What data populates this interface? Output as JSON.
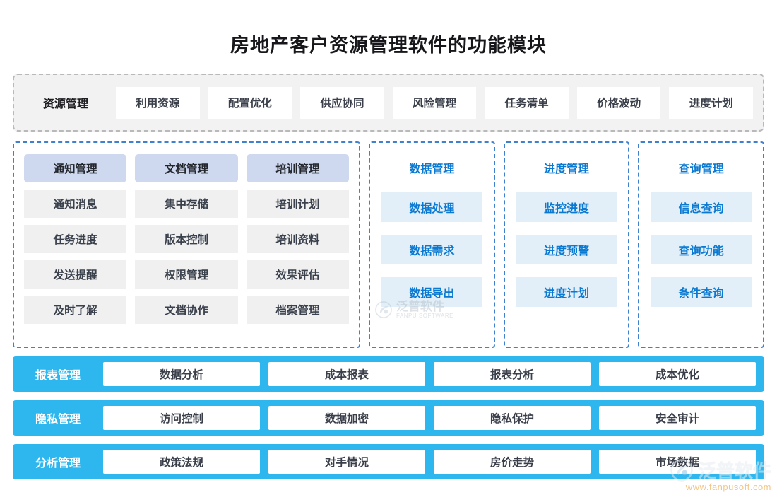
{
  "page": {
    "title": "房地产客户资源管理软件的功能模块",
    "accent_blue": "#2eb7ee",
    "panel_border_blue": "#3f80cf",
    "header_chip_bg": "#ced8ef",
    "cell_gray_bg": "#f0f0f0",
    "cell_blue_bg": "#e3eff8",
    "blue_text": "#0a79d2"
  },
  "top_strip": {
    "lead_label": "资源管理",
    "chips": [
      {
        "label": "利用资源"
      },
      {
        "label": "配置优化"
      },
      {
        "label": "供应协同"
      },
      {
        "label": "风险管理"
      },
      {
        "label": "任务清单"
      },
      {
        "label": "价格波动"
      },
      {
        "label": "进度计划"
      }
    ]
  },
  "middle": {
    "wide_panel": {
      "columns": [
        {
          "header": "通知管理",
          "items": [
            "通知消息",
            "任务进度",
            "发送提醒",
            "及时了解"
          ]
        },
        {
          "header": "文档管理",
          "items": [
            "集中存储",
            "版本控制",
            "权限管理",
            "文档协作"
          ]
        },
        {
          "header": "培训管理",
          "items": [
            "培训计划",
            "培训资料",
            "效果评估",
            "档案管理"
          ]
        }
      ]
    },
    "narrow_panels": [
      {
        "header": "数据管理",
        "items": [
          "数据处理",
          "数据需求",
          "数据导出"
        ]
      },
      {
        "header": "进度管理",
        "items": [
          "监控进度",
          "进度预警",
          "进度计划"
        ]
      },
      {
        "header": "查询管理",
        "items": [
          "信息查询",
          "查询功能",
          "条件查询"
        ]
      }
    ]
  },
  "bottom_bars": [
    {
      "lead_label": "报表管理",
      "chips": [
        "数据分析",
        "成本报表",
        "报表分析",
        "成本优化"
      ]
    },
    {
      "lead_label": "隐私管理",
      "chips": [
        "访问控制",
        "数据加密",
        "隐私保护",
        "安全审计"
      ]
    },
    {
      "lead_label": "分析管理",
      "chips": [
        "政策法规",
        "对手情况",
        "房价走势",
        "市场数据"
      ]
    }
  ],
  "watermarks": {
    "center": {
      "brand": "泛普软件",
      "subtitle": "FANPU SOFTWARE"
    },
    "bottom_right": {
      "brand": "泛普软件",
      "url": "www.fanpusoft.com"
    }
  }
}
